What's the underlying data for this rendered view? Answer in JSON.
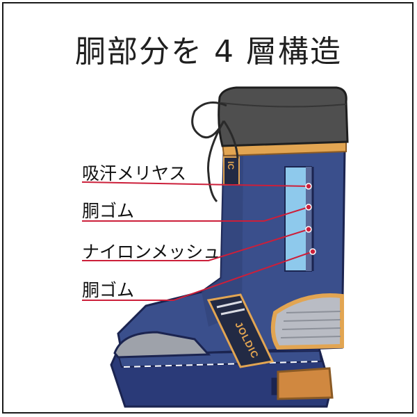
{
  "title": "胴部分を 4 層構造",
  "labels": [
    {
      "text": "吸汗メリヤス"
    },
    {
      "text": "胴ゴム"
    },
    {
      "text": "ナイロンメッシュ"
    },
    {
      "text": "胴ゴム"
    }
  ],
  "brand": {
    "top_tag": "IC",
    "strap_text": "JOLDIC"
  },
  "colors": {
    "boot_blue": "#3a4f8c",
    "boot_dark": "#26356a",
    "cuff": "#4f4f4f",
    "accent": "#e2a552",
    "toe": "#9ea2aa",
    "sole": "#2a3a78",
    "heel": "#d08840",
    "leader": "#cc1f3a",
    "layer_window": "#8ec9ec"
  }
}
